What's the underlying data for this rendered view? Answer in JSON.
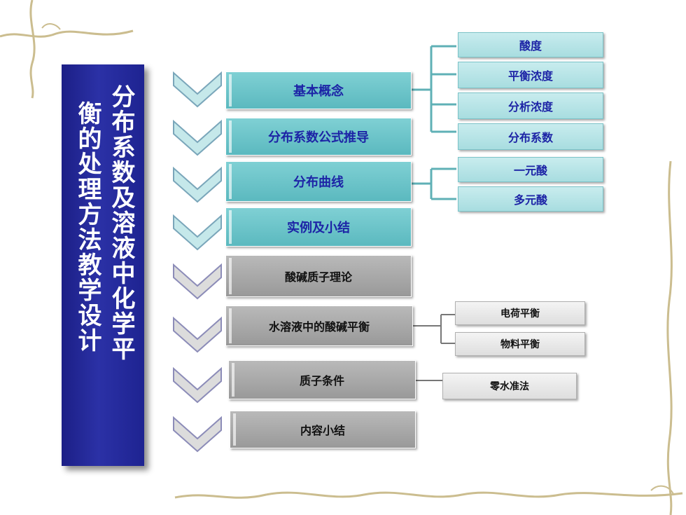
{
  "title": {
    "col_right": "分布系数及溶液中化学平",
    "col_left": "衡的处理方法教学设计"
  },
  "main_items": [
    {
      "label": "基本概念",
      "style": "teal"
    },
    {
      "label": "分布系数公式推导",
      "style": "teal"
    },
    {
      "label": "分布曲线",
      "style": "teal"
    },
    {
      "label": "实例及小结",
      "style": "teal"
    },
    {
      "label": "酸碱质子理论",
      "style": "gray"
    },
    {
      "label": "水溶液中的酸碱平衡",
      "style": "gray"
    },
    {
      "label": "质子条件",
      "style": "gray"
    },
    {
      "label": "内容小结",
      "style": "gray"
    }
  ],
  "sub_items": {
    "concept": [
      "酸度",
      "平衡浓度",
      "分析浓度",
      "分布系数"
    ],
    "curve": [
      "一元酸",
      "多元酸"
    ],
    "equilibrium": [
      "电荷平衡",
      "物料平衡"
    ],
    "proton": [
      "零水准法"
    ]
  },
  "colors": {
    "banner": "#2b31a6",
    "teal": "#5bb9bf",
    "gray": "#999999",
    "text_blue": "#1d24a6"
  }
}
